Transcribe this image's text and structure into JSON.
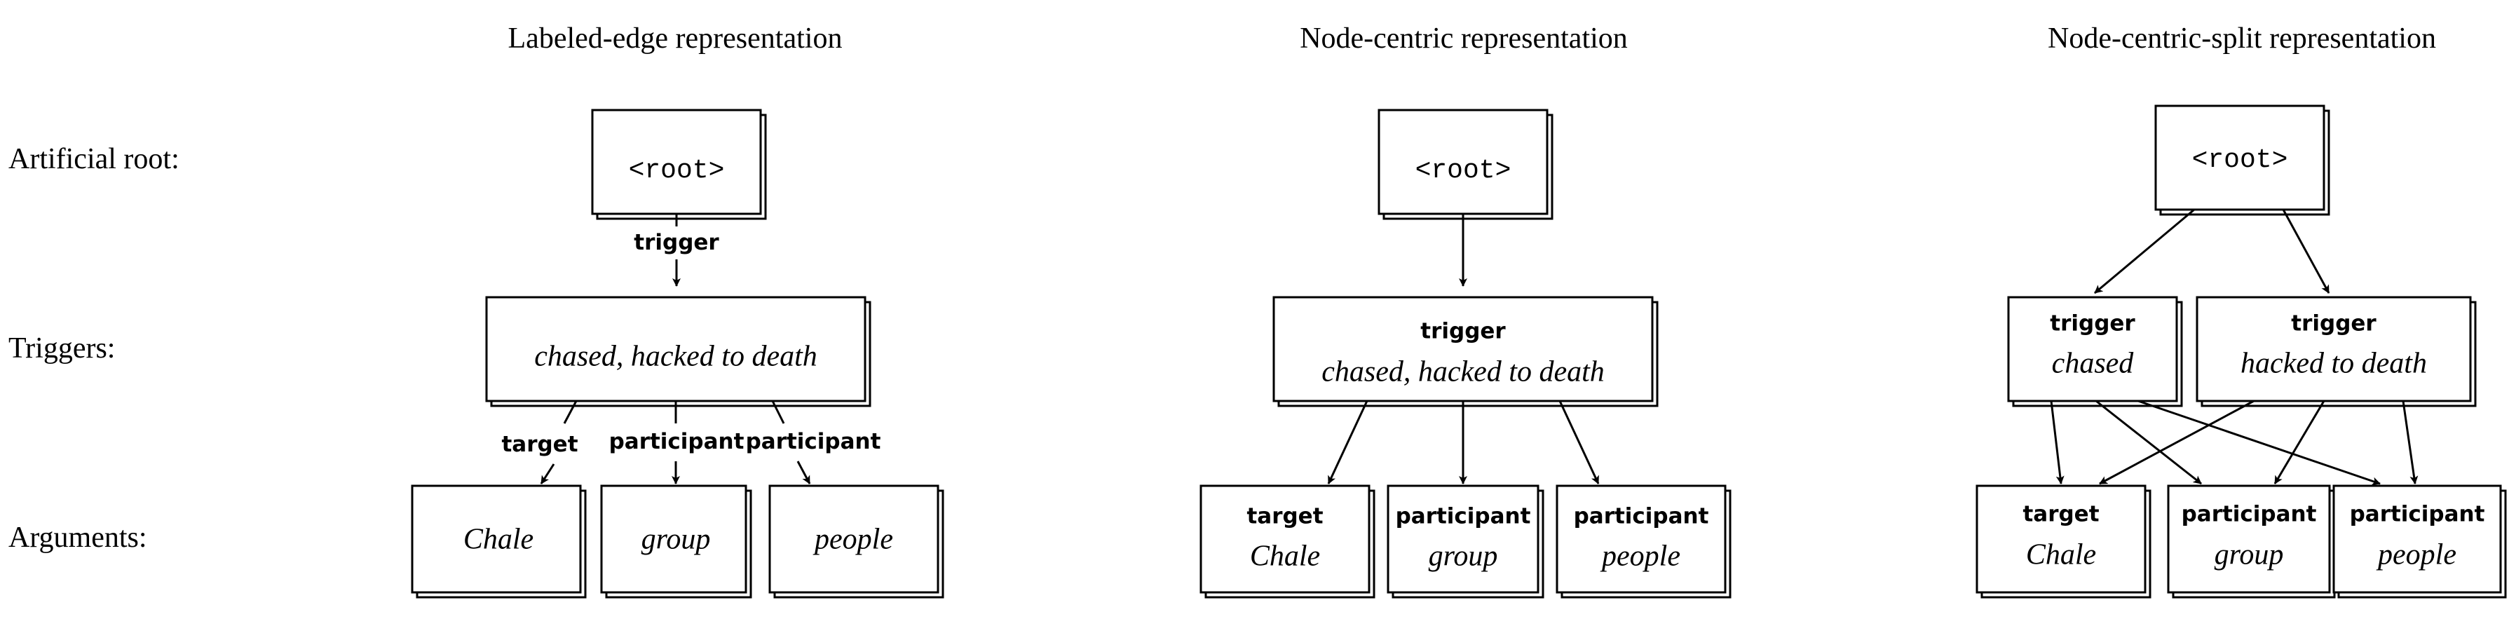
{
  "titles": {
    "labeled_edge": "Labeled-edge representation",
    "node_centric": "Node-centric representation",
    "node_centric_split": "Node-centric-split representation"
  },
  "row_labels": {
    "root": "Artificial root:",
    "triggers": "Triggers:",
    "arguments": "Arguments:"
  },
  "labeled_edge": {
    "root_text": "<root>",
    "root_edge_label": "trigger",
    "trigger_text": "chased, hacked to death",
    "arguments": [
      {
        "edge_label": "target",
        "text": "Chale"
      },
      {
        "edge_label": "participant",
        "text": "group"
      },
      {
        "edge_label": "participant",
        "text": "people"
      }
    ]
  },
  "node_centric": {
    "root_text": "<root>",
    "trigger": {
      "label": "trigger",
      "text": "chased, hacked to death"
    },
    "arguments": [
      {
        "label": "target",
        "text": "Chale"
      },
      {
        "label": "participant",
        "text": "group"
      },
      {
        "label": "participant",
        "text": "people"
      }
    ]
  },
  "node_centric_split": {
    "root_text": "<root>",
    "triggers": [
      {
        "label": "trigger",
        "text": "chased"
      },
      {
        "label": "trigger",
        "text": "hacked to death"
      }
    ],
    "arguments": [
      {
        "label": "target",
        "text": "Chale"
      },
      {
        "label": "participant",
        "text": "group"
      },
      {
        "label": "participant",
        "text": "people"
      }
    ]
  }
}
